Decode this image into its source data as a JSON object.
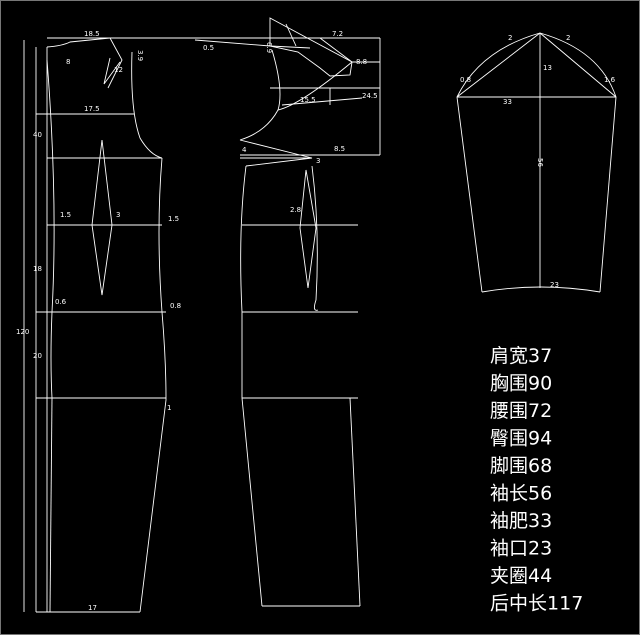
{
  "pattern_labels": {
    "back_neck_width": "18.5",
    "neck_depth": "3.9",
    "neck_drop": "8",
    "shoulder_slope": "12",
    "neck_offset": "0.5",
    "front_neck_depth": "6.9",
    "front_neck_width": "7.2",
    "front_shoulder": "8.8",
    "armhole_depth": "24.5",
    "chest_front": "15.5",
    "back_chest": "17.5",
    "bust_ease": "8.5",
    "dart_left_mark": "4",
    "dart_right_mark": "3",
    "waist_to_chest": "40",
    "side_in_left": "1.5",
    "dart_width_left": "3",
    "side_in_right": "1.5",
    "front_dart_offset": "2.8",
    "waist_to_hip": "18",
    "hip_in_left": "0.6",
    "hip_in_right": "0.8",
    "total_length": "120",
    "crotch_depth": "20",
    "crotch_mark": "1",
    "hem_width": "17"
  },
  "sleeve_labels": {
    "cap_left_curve": "2",
    "cap_right_curve": "2",
    "cap_height": "13",
    "left_offset": "0.8",
    "right_offset": "1.6",
    "sleeve_width": "33",
    "sleeve_length": "56",
    "cuff_width": "23"
  },
  "measurements": [
    {
      "name": "肩宽",
      "value": "37"
    },
    {
      "name": "胸围",
      "value": "90"
    },
    {
      "name": "腰围",
      "value": "72"
    },
    {
      "name": "臀围",
      "value": "94"
    },
    {
      "name": "脚围",
      "value": "68"
    },
    {
      "name": "袖长",
      "value": "56"
    },
    {
      "name": "袖肥",
      "value": "33"
    },
    {
      "name": "袖口",
      "value": "23"
    },
    {
      "name": "夹圈",
      "value": "44"
    },
    {
      "name": "后中长",
      "value": "117"
    }
  ],
  "colors": {
    "background": "#000000",
    "line": "#ffffff"
  }
}
